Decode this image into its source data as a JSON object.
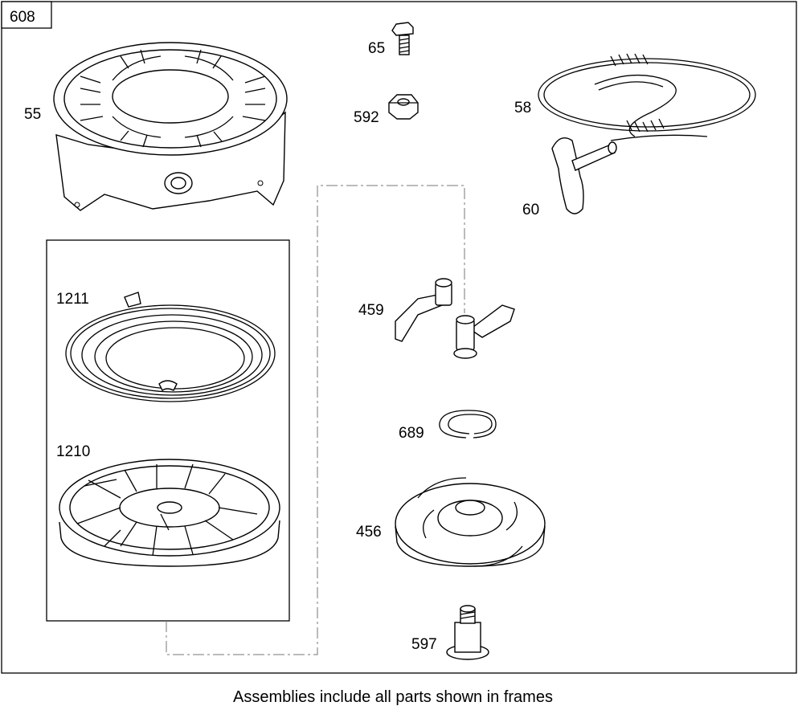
{
  "diagram_id": "608",
  "caption": "Assemblies include all parts shown in frames",
  "parts": [
    {
      "number": "55",
      "name": "blower-housing"
    },
    {
      "number": "65",
      "name": "screw"
    },
    {
      "number": "592",
      "name": "nut"
    },
    {
      "number": "58",
      "name": "starter-rope"
    },
    {
      "number": "60",
      "name": "starter-handle"
    },
    {
      "number": "1211",
      "name": "rewind-spring"
    },
    {
      "number": "1210",
      "name": "pulley"
    },
    {
      "number": "459",
      "name": "pawl"
    },
    {
      "number": "689",
      "name": "retainer-ring"
    },
    {
      "number": "456",
      "name": "pawl-retainer"
    },
    {
      "number": "597",
      "name": "shoulder-screw"
    }
  ]
}
